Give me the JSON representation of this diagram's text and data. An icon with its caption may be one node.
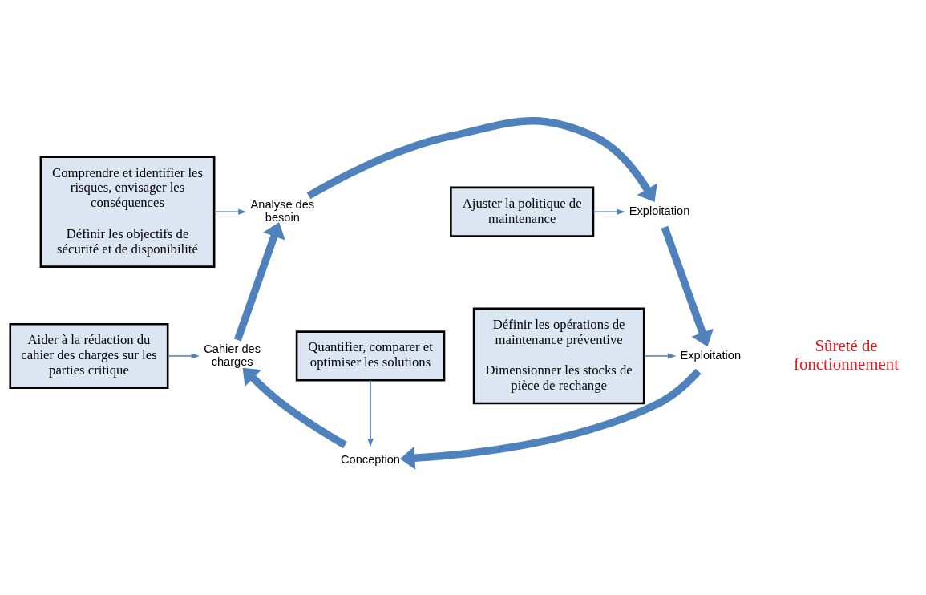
{
  "diagram": {
    "nodes": [
      {
        "text": [
          "Comprendre et identifier les risques, envisager les conséquences",
          "Définir les objectifs de sécurité et de disponibilité"
        ]
      },
      {
        "text": [
          "Analyse des besoin"
        ]
      },
      {
        "text": [
          "Exploitation"
        ]
      },
      {
        "text": [
          "Ajuster la politique de maintenance"
        ]
      },
      {
        "text": [
          "Aider à la rédaction du cahier des charges sur les parties critique"
        ]
      },
      {
        "text": [
          "Cahier des charges"
        ]
      },
      {
        "text": [
          "Exploitation"
        ]
      },
      {
        "text": [
          "Définir les opérations de maintenance préventive",
          "Dimensionner les stocks de pièce de rechange"
        ]
      },
      {
        "text": [
          "Conception"
        ]
      },
      {
        "text": [
          "Quantifier, comparer et optimiser les solutions"
        ]
      }
    ],
    "edges": [
      {
        "from": 0,
        "to": 1,
        "arrow": "to"
      },
      {
        "from": 1,
        "to": 2,
        "arrow": "to",
        "style": "thick"
      },
      {
        "from": 3,
        "to": 2,
        "arrow": "to"
      },
      {
        "from": 2,
        "to": 6,
        "arrow": "to",
        "style": "thick"
      },
      {
        "from": 7,
        "to": 6,
        "arrow": "to"
      },
      {
        "from": 6,
        "to": 8,
        "arrow": "to",
        "style": "thick"
      },
      {
        "from": 9,
        "to": 8,
        "arrow": "to"
      },
      {
        "from": 8,
        "to": 5,
        "arrow": "to",
        "style": "thick"
      },
      {
        "from": 4,
        "to": 5,
        "arrow": "to"
      },
      {
        "from": 5,
        "to": 1,
        "arrow": "to",
        "style": "thick"
      }
    ],
    "labels": [
      "Sûreté de fonctionnement"
    ]
  }
}
